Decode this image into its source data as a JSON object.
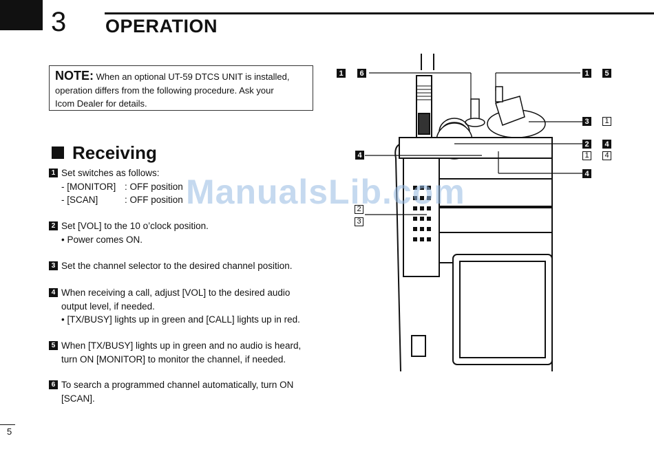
{
  "header": {
    "chapter_number": "3",
    "chapter_title": "OPERATION"
  },
  "note": {
    "label": "NOTE:",
    "text_line1": "When an optional UT-59 DTCS UNIT is installed,",
    "text_line2": "operation differs from the following procedure.   Ask your",
    "text_line3": "Icom Dealer for details."
  },
  "section": {
    "title": "Receiving"
  },
  "steps": [
    {
      "num": "1",
      "lines": [
        "Set switches as follows:"
      ],
      "switches": [
        {
          "name": "- [MONITOR]",
          "value": ": OFF position"
        },
        {
          "name": "- [SCAN]",
          "value": ": OFF position"
        }
      ]
    },
    {
      "num": "2",
      "lines": [
        "Set [VOL] to the 10 o’clock position.",
        "• Power comes ON."
      ]
    },
    {
      "num": "3",
      "lines": [
        "Set the channel selector to the desired channel position."
      ]
    },
    {
      "num": "4",
      "lines": [
        "When receiving a call, adjust [VOL] to the desired audio",
        "output level, if needed.",
        "• [TX/BUSY] lights up in green and [CALL] lights up in red."
      ]
    },
    {
      "num": "5",
      "lines": [
        "When [TX/BUSY] lights up in green and no audio is heard,",
        "turn ON [MONITOR] to monitor the channel, if needed."
      ]
    },
    {
      "num": "6",
      "lines": [
        "To search a programmed channel automatically, turn ON",
        "[SCAN]."
      ]
    }
  ],
  "callouts": {
    "c1a": "1",
    "c6": "6",
    "c1b": "1",
    "c5": "5",
    "c3": "3",
    "c1o": "1",
    "c2": "2",
    "c4a": "4",
    "c1o2": "1",
    "c4o": "4",
    "c4b": "4",
    "c4c": "4",
    "c2o": "2",
    "c3o": "3"
  },
  "watermark": "ManualsLib.com",
  "footer": {
    "page_number": "5"
  }
}
